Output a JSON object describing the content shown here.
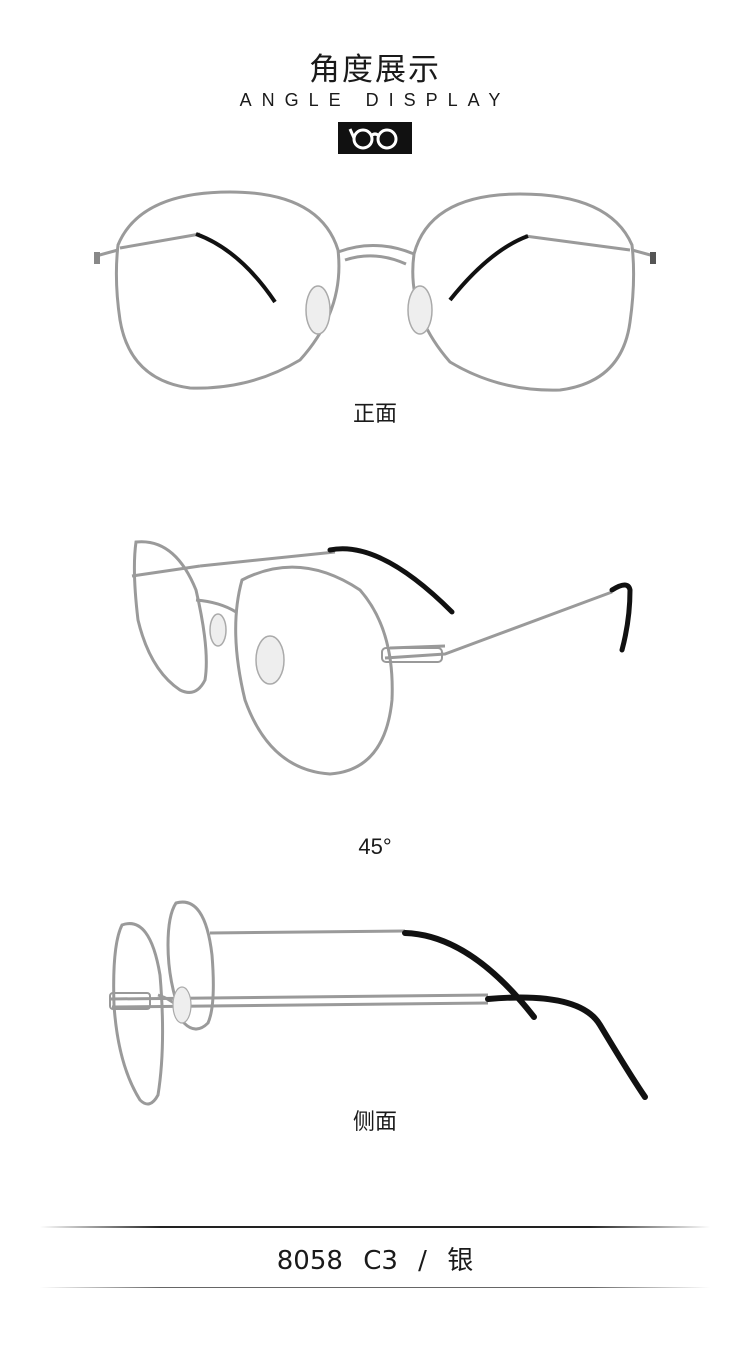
{
  "header": {
    "title_cn": "角度展示",
    "title_en": "ANGLE DISPLAY",
    "badge_icon": "glasses-icon"
  },
  "views": [
    {
      "caption": "正面"
    },
    {
      "caption": "45°"
    },
    {
      "caption": "侧面"
    }
  ],
  "footer": {
    "model": "8058",
    "color_code": "C3",
    "separator": "/",
    "color_name": "银"
  },
  "colors": {
    "frame_silver": "#9a9a9a",
    "temple_tip": "#111111",
    "accent": "#111111"
  }
}
